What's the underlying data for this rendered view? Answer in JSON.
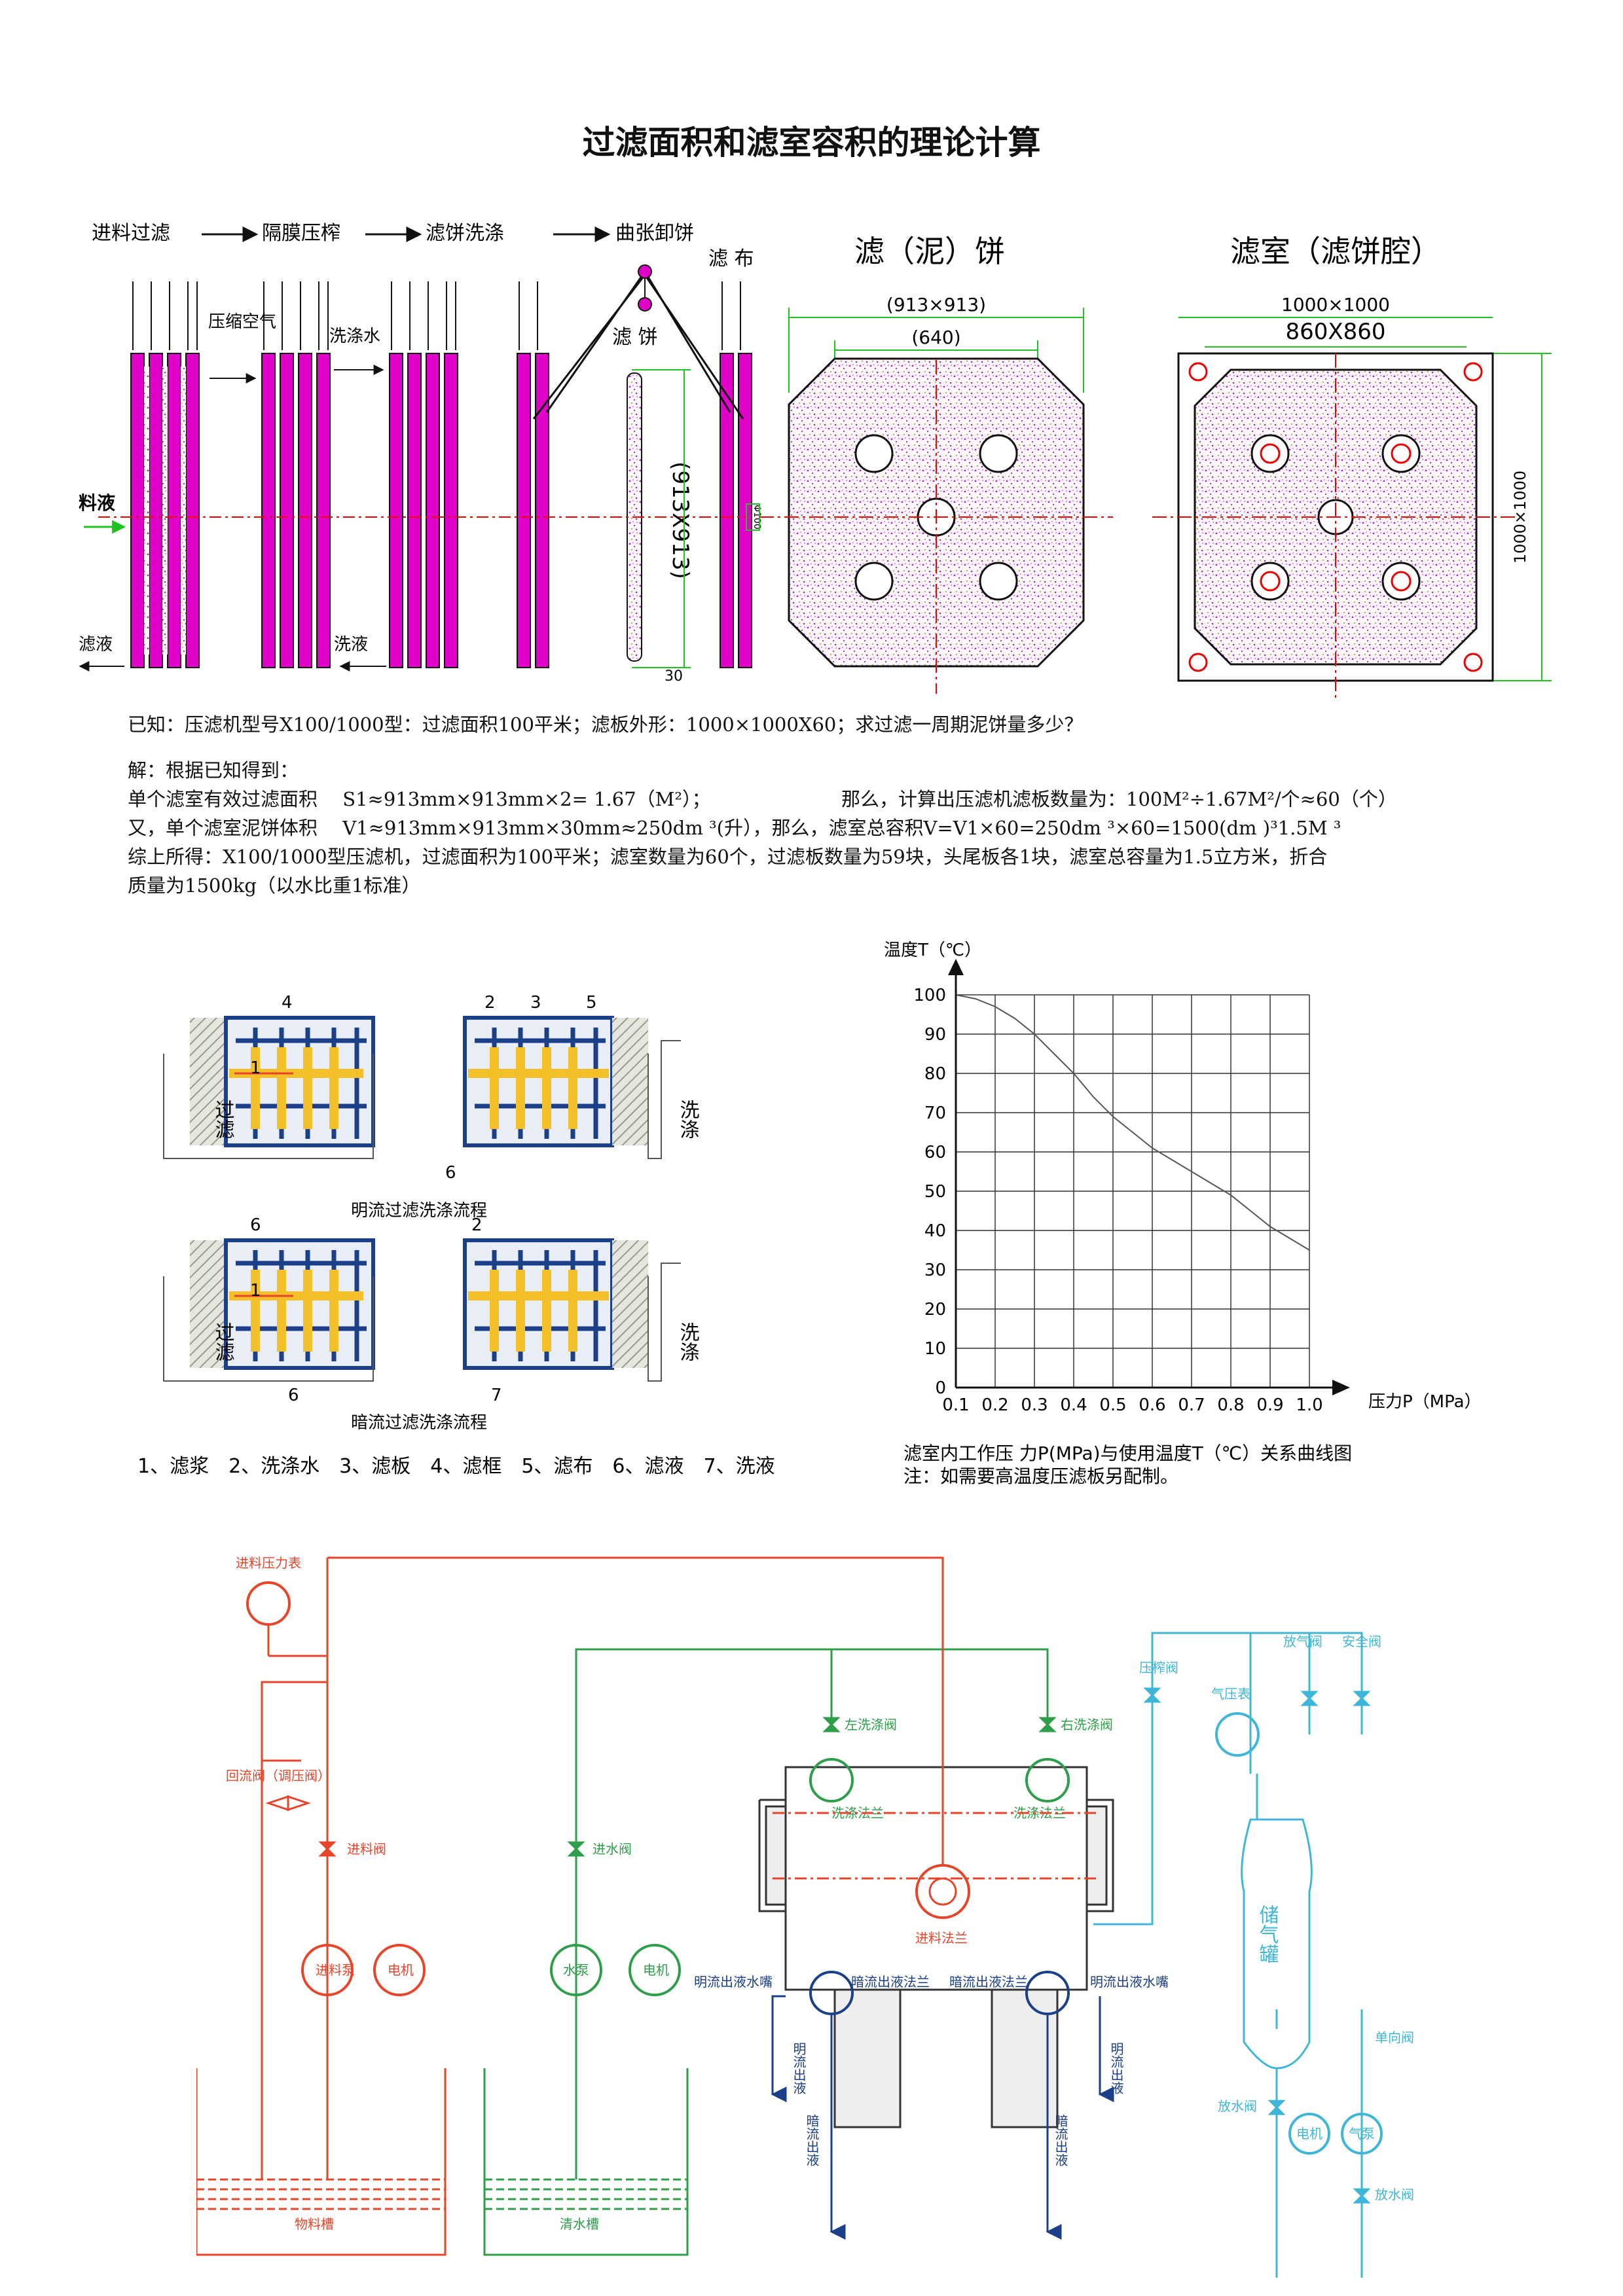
{
  "title": "过滤面积和滤室容积的理论计算",
  "process": {
    "steps": [
      "进料过滤",
      "隔膜压榨",
      "滤饼洗涤",
      "曲张卸饼"
    ],
    "labels": {
      "liquid_in": "料液",
      "filtrate": "滤液",
      "compressed_air": "压缩空气",
      "wash_water": "洗涤水",
      "wash_liquid": "洗液",
      "cake": "滤 饼",
      "cloth": "滤 布",
      "cake_dim": "(913X913)",
      "thickness": "30",
      "small_dim": "Φ100"
    }
  },
  "cake_diagram": {
    "title": "滤（泥）饼",
    "dim_outer": "(913×913)",
    "dim_inner": "(640)"
  },
  "chamber_diagram": {
    "title": "滤室（滤饼腔）",
    "dim_outer": "1000×1000",
    "dim_inner": "860X860",
    "dim_side": "1000×1000"
  },
  "calc": {
    "known": "已知：压滤机型号X100/1000型：过滤面积100平米；滤板外形：1000×1000X60；求过滤一周期泥饼量多少？",
    "solution_head": "解：根据已知得到：",
    "line1a": "单个滤室有效过滤面积　 S1≈913mm×913mm×2= 1.67（M²）；",
    "line1b": "那么，计算出压滤机滤板数量为：100M²÷1.67M²/个≈60（个）",
    "line2": "又，单个滤室泥饼体积　 V1≈913mm×913mm×30mm≈250dm ³(升），那么，滤室总容积V=V1×60=250dm ³×60=1500(dm )³1.5M ³",
    "line3": "综上所得：X100/1000型压滤机，过滤面积为100平米；滤室数量为60个，过滤板数量为59块，头尾板各1块，滤室总容量为1.5立方米，折合",
    "line4": "质量为1500kg（以水比重1标准）"
  },
  "wash_flow": {
    "open_title": "明流过滤洗涤流程",
    "dark_title": "暗流过滤洗涤流程",
    "side_left": "过滤",
    "side_right": "洗涤",
    "numbers_open": [
      "4",
      "2",
      "3",
      "5",
      "1",
      "6"
    ],
    "numbers_dark": [
      "6",
      "2",
      "1",
      "6",
      "7"
    ],
    "legend": "1、滤浆　2、洗涤水　3、滤板　4、滤框　5、滤布　6、滤液　7、洗液"
  },
  "chart_data": {
    "type": "line",
    "title": "",
    "xlabel": "压力P（MPa）",
    "ylabel": "温度T（℃）",
    "x_ticks": [
      "0.1",
      "0.2",
      "0.3",
      "0.4",
      "0.5",
      "0.6",
      "0.7",
      "0.8",
      "0.9",
      "1.0"
    ],
    "y_ticks": [
      "0",
      "10",
      "20",
      "30",
      "40",
      "50",
      "60",
      "70",
      "80",
      "90",
      "100"
    ],
    "xlim": [
      0.1,
      1.0
    ],
    "ylim": [
      0,
      100
    ],
    "grid": true,
    "series": [
      {
        "x": [
          0.1,
          0.15,
          0.2,
          0.25,
          0.3,
          0.35,
          0.4,
          0.45,
          0.5,
          0.55,
          0.6,
          0.65,
          0.7,
          0.75,
          0.8,
          0.85,
          0.9,
          0.95,
          1.0
        ],
        "y": [
          100,
          99,
          97,
          94,
          90,
          85,
          80,
          74,
          69,
          65,
          61,
          58,
          55,
          52,
          49,
          45,
          41,
          38,
          35
        ]
      }
    ],
    "caption1": "滤室内工作压 力P(MPa)与使用温度T（℃）关系曲线图",
    "caption2": "注：如需要高温度压滤板另配制。"
  },
  "pipe": {
    "left": {
      "gauge": "进料压力表",
      "return_valve": "回流阀（调压阀）",
      "feed_valve": "进料阀",
      "pump": "进料泵",
      "motor": "电机",
      "tank": "物料槽"
    },
    "middle": {
      "water_valve": "进水阀",
      "pump": "水泵",
      "motor": "电机",
      "tank": "清水槽"
    },
    "machine": {
      "left_wash_valve": "左洗涤阀",
      "right_wash_valve": "右洗涤阀",
      "wash_flange_l": "洗涤法兰",
      "wash_flange_r": "洗涤法兰",
      "feed_flange": "进料法兰",
      "open_nozzle_l": "明流出液水嘴",
      "dark_flange_l": "暗流出液法兰",
      "dark_flange_r": "暗流出液法兰",
      "open_nozzle_r": "明流出液水嘴",
      "open_out": "明流出液",
      "dark_out": "暗流出液"
    },
    "air": {
      "press_valve": "压榨阀",
      "gauge": "气压表",
      "vent_valve": "放气阀",
      "safety_valve": "安全阀",
      "tank": "储气罐",
      "drain_valve_l": "放水阀",
      "check_valve": "单向阀",
      "motor": "电机",
      "pump": "气泵",
      "drain_valve_r": "放水阀"
    }
  },
  "colors": {
    "magenta": "#e000c8",
    "red": "#e8442a",
    "green": "#2e9e4a",
    "cyan": "#3fb6d8",
    "navy": "#1c3f8a",
    "yellow": "#f4c02a",
    "dimgreen": "#1fc21f"
  }
}
